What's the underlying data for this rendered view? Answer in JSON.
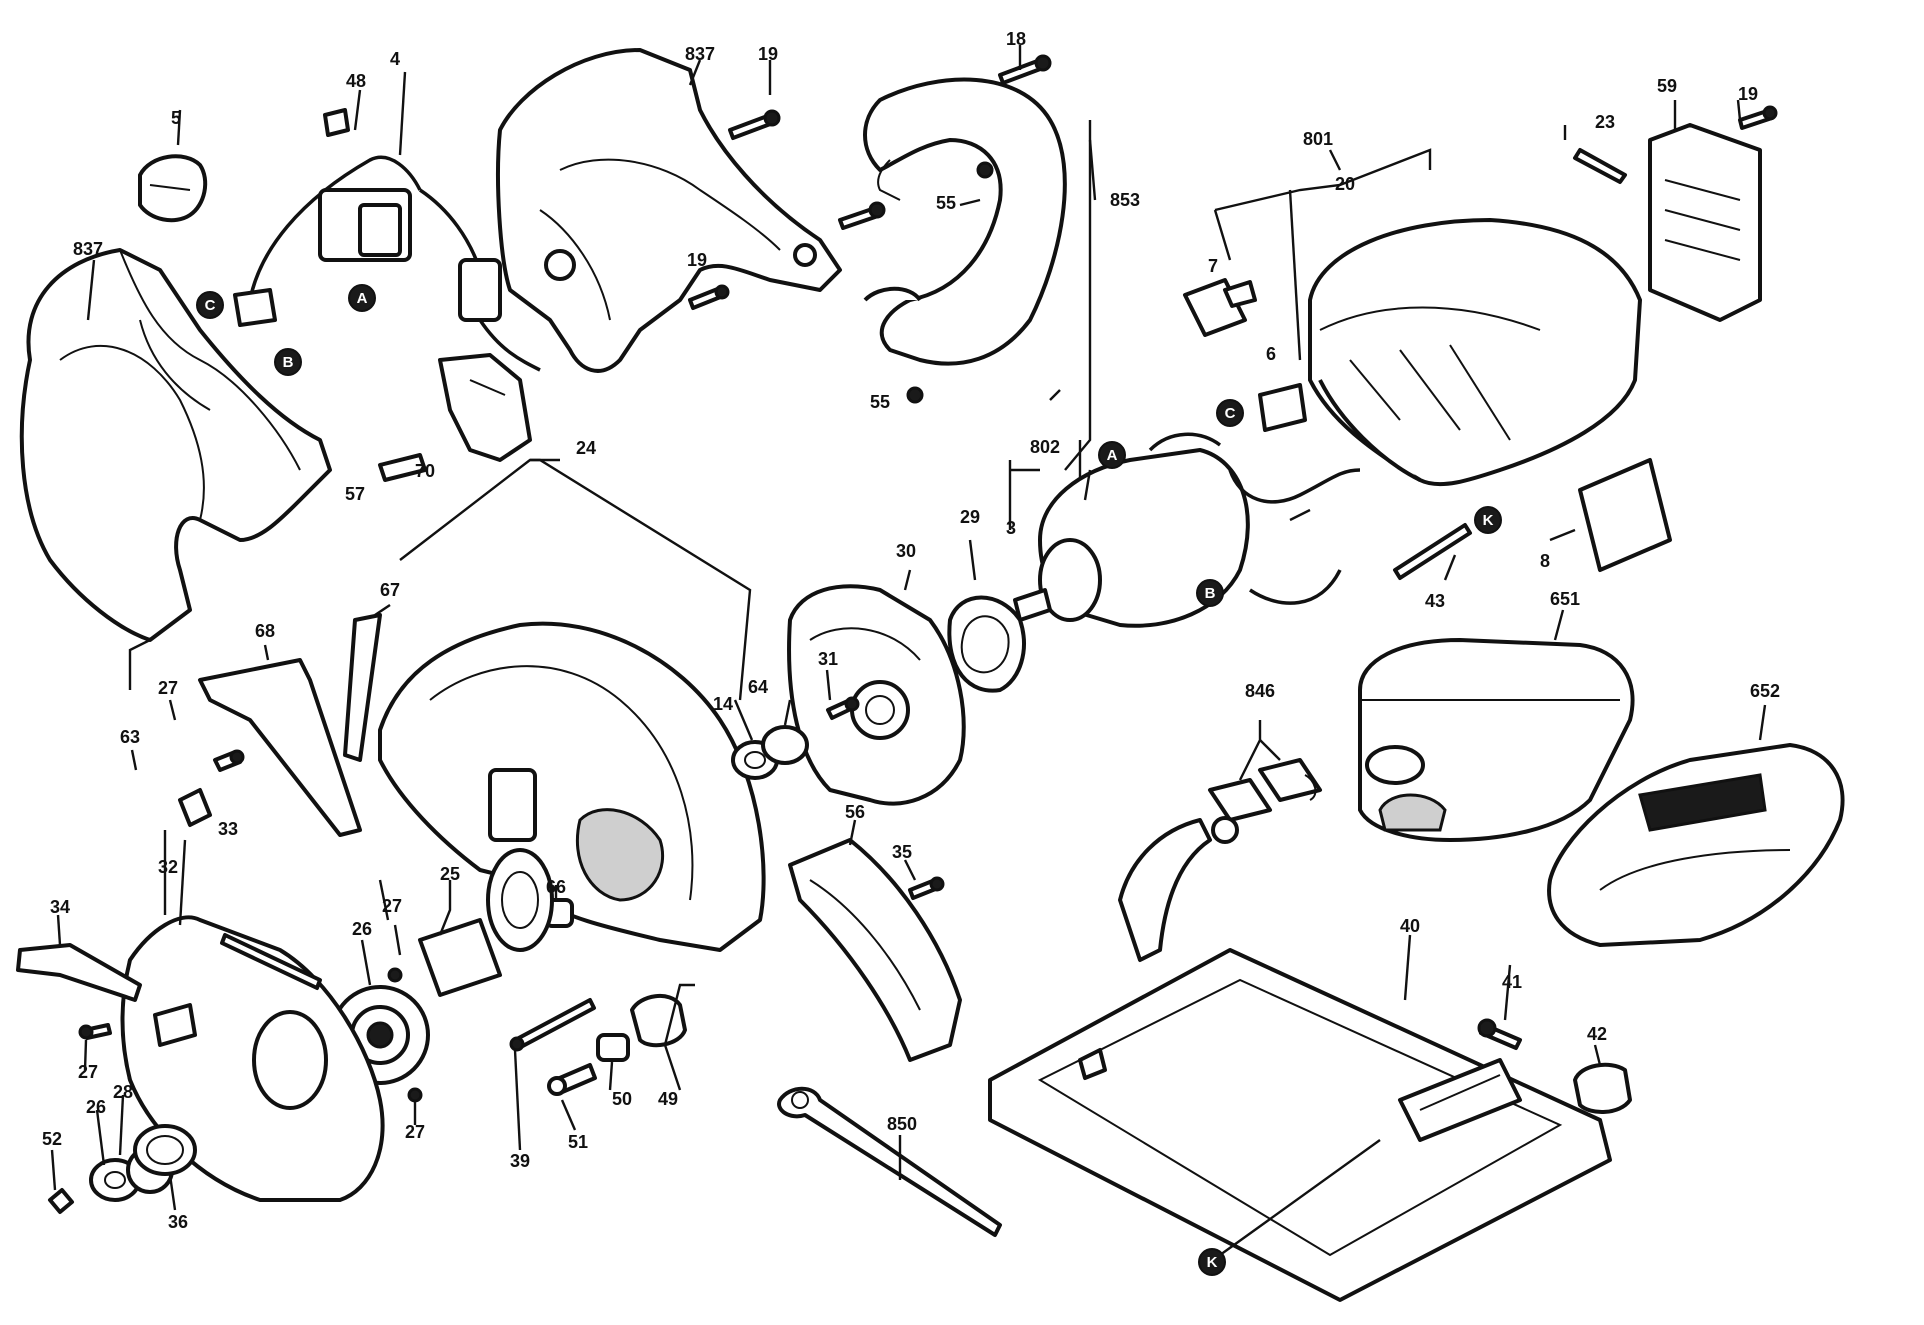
{
  "labels": {
    "l5": "5",
    "l48": "48",
    "l4": "4",
    "l837a": "837",
    "l837b": "837",
    "l19a": "19",
    "l18": "18",
    "l55a": "55",
    "l853": "853",
    "l19b": "19",
    "l55b": "55",
    "l57": "57",
    "l70": "70",
    "l24": "24",
    "l801": "801",
    "l20": "20",
    "l7": "7",
    "l6": "6",
    "l23": "23",
    "l59": "59",
    "l19c": "19",
    "l802": "802",
    "l3": "3",
    "l29": "29",
    "l30": "30",
    "l43": "43",
    "l8": "8",
    "l67": "67",
    "l68": "68",
    "l27a": "27",
    "l63": "63",
    "l14": "14",
    "l64": "64",
    "l31": "31",
    "l651": "651",
    "l846": "846",
    "l652": "652",
    "l33": "33",
    "l32": "32",
    "l25": "25",
    "l27b": "27",
    "l26a": "26",
    "l66": "66",
    "l56": "56",
    "l35": "35",
    "l34": "34",
    "l27c": "27",
    "l27d": "27",
    "l28": "28",
    "l26b": "26",
    "l36": "36",
    "l52": "52",
    "l39": "39",
    "l51": "51",
    "l50": "50",
    "l49": "49",
    "l850": "850",
    "l40": "40",
    "l41": "41",
    "l42": "42"
  },
  "markers": {
    "mA1": "A",
    "mC1": "C",
    "mB1": "B",
    "mA2": "A",
    "mC2": "C",
    "mB2": "B",
    "mK1": "K",
    "mK2": "K"
  }
}
